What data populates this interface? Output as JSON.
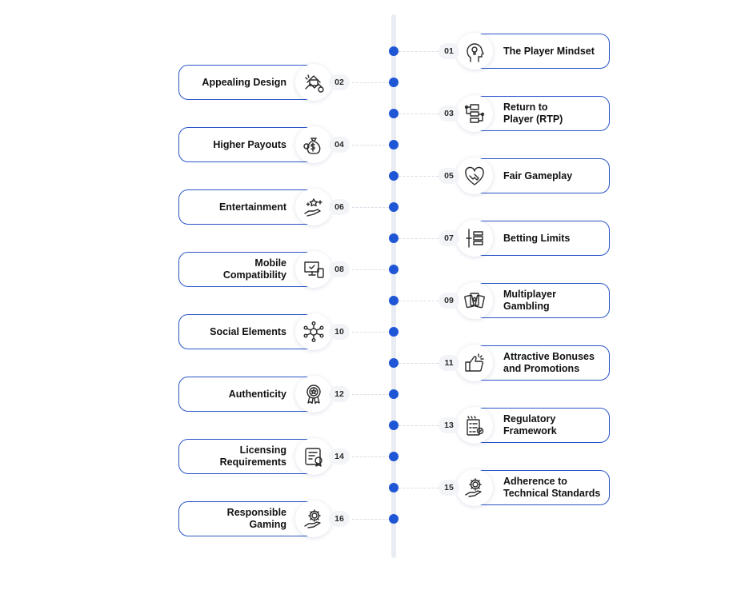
{
  "steps": [
    {
      "num": "01",
      "label": "The Player Mindset",
      "side": "right",
      "icon": "head-lightbulb-icon"
    },
    {
      "num": "02",
      "label": "Appealing Design",
      "side": "left",
      "icon": "design-hand-icon"
    },
    {
      "num": "03",
      "label": "Return to\nPlayer (RTP)",
      "side": "right",
      "icon": "flowchart-icon"
    },
    {
      "num": "04",
      "label": "Higher Payouts",
      "side": "left",
      "icon": "money-bag-icon"
    },
    {
      "num": "05",
      "label": "Fair Gameplay",
      "side": "right",
      "icon": "handshake-heart-icon"
    },
    {
      "num": "06",
      "label": "Entertainment",
      "side": "left",
      "icon": "hand-stars-icon"
    },
    {
      "num": "07",
      "label": "Betting Limits",
      "side": "right",
      "icon": "limit-bar-icon"
    },
    {
      "num": "08",
      "label": "Mobile\nCompatibility",
      "side": "left",
      "icon": "devices-icon"
    },
    {
      "num": "09",
      "label": "Multiplayer\nGambling",
      "side": "right",
      "icon": "playing-cards-icon"
    },
    {
      "num": "10",
      "label": "Social Elements",
      "side": "left",
      "icon": "network-icon"
    },
    {
      "num": "11",
      "label": "Attractive Bonuses\nand Promotions",
      "side": "right",
      "icon": "thumbs-up-icon"
    },
    {
      "num": "12",
      "label": "Authenticity",
      "side": "left",
      "icon": "award-badge-icon"
    },
    {
      "num": "13",
      "label": "Regulatory\nFramework",
      "side": "right",
      "icon": "checklist-icon"
    },
    {
      "num": "14",
      "label": "Licensing\nRequirements",
      "side": "left",
      "icon": "certificate-icon"
    },
    {
      "num": "15",
      "label": "Adherence to\nTechnical Standards",
      "side": "right",
      "icon": "gear-hand-icon"
    },
    {
      "num": "16",
      "label": "Responsible\nGaming",
      "side": "left",
      "icon": "gear-hand-icon"
    }
  ],
  "colors": {
    "accent": "#1f56d6",
    "border": "#2a55c7",
    "spine": "#e9ecf2"
  }
}
